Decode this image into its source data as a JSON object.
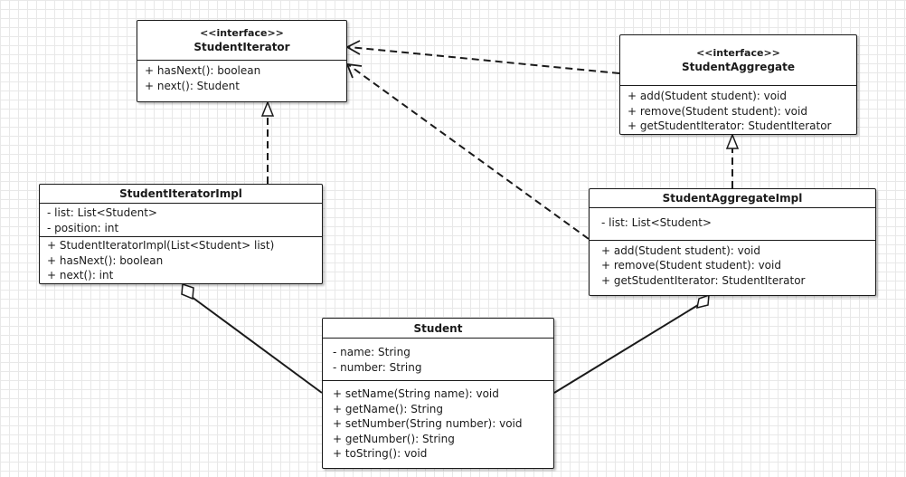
{
  "classes": {
    "student_iterator": {
      "stereotype": "<<interface>>",
      "name": "StudentIterator",
      "attributes": [],
      "methods": [
        "+ hasNext(): boolean",
        "+ next(): Student"
      ]
    },
    "student_aggregate": {
      "stereotype": "<<interface>>",
      "name": "StudentAggregate",
      "attributes": [],
      "methods": [
        "+ add(Student student): void",
        "+ remove(Student student): void",
        "+ getStudentIterator: StudentIterator"
      ]
    },
    "student_iterator_impl": {
      "name": "StudentIteratorImpl",
      "attributes": [
        "- list: List<Student>",
        "- position: int"
      ],
      "methods": [
        "+ StudentIteratorImpl(List<Student> list)",
        "+ hasNext(): boolean",
        "+ next(): int"
      ]
    },
    "student_aggregate_impl": {
      "name": "StudentAggregateImpl",
      "attributes": [
        "- list: List<Student>"
      ],
      "methods": [
        "+ add(Student student): void",
        "+ remove(Student student): void",
        "+ getStudentIterator: StudentIterator"
      ]
    },
    "student": {
      "name": "Student",
      "attributes": [
        "- name: String",
        "- number: String"
      ],
      "methods": [
        "+ setName(String name): void",
        "+ getName(): String",
        "+ setNumber(String number): void",
        "+ getNumber(): String",
        "+ toString(): void"
      ]
    }
  },
  "relationships": [
    {
      "from": "student_iterator_impl",
      "to": "student_iterator",
      "kind": "realization"
    },
    {
      "from": "student_aggregate_impl",
      "to": "student_aggregate",
      "kind": "realization"
    },
    {
      "from": "student_aggregate",
      "to": "student_iterator",
      "kind": "dependency"
    },
    {
      "from": "student_aggregate_impl",
      "to": "student_iterator",
      "kind": "dependency"
    },
    {
      "from": "student",
      "to": "student_iterator_impl",
      "kind": "aggregation"
    },
    {
      "from": "student",
      "to": "student_aggregate_impl",
      "kind": "aggregation"
    }
  ],
  "colors": {
    "line": "#1a1a1a",
    "box_fill": "#ffffff",
    "grid": "#e8e8e8"
  }
}
